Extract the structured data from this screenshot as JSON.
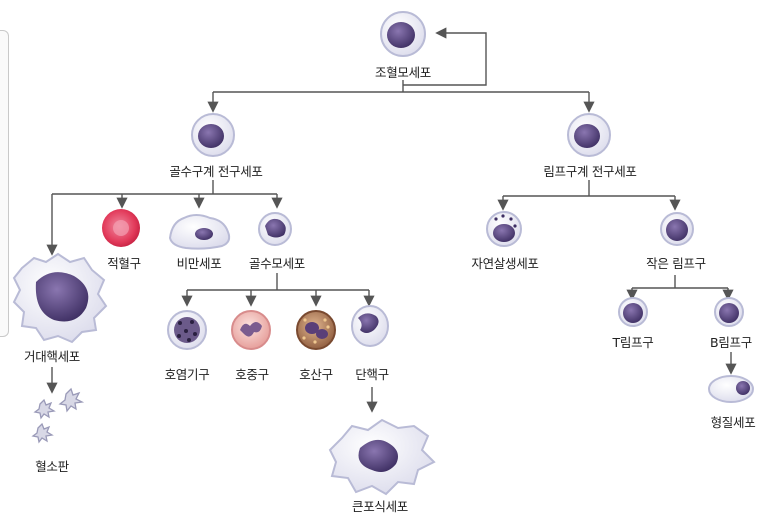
{
  "colors": {
    "line": "#555555",
    "cell_border": "#c9cbe0",
    "cell_fill": "#f1f1f7",
    "nucleus": "#5e4a86",
    "nucleus_dark": "#3e2f63",
    "rbc": "#e23a5a",
    "eosinophil": "#e9a3a0",
    "basophil": "#8d5a3c"
  },
  "nodes": {
    "stem": "조혈모세포",
    "myeloid": "골수구계 전구세포",
    "lymphoid": "림프구계 전구세포",
    "megakaryocyte": "거대핵세포",
    "platelet": "혈소판",
    "erythrocyte": "적혈구",
    "mast": "비만세포",
    "myeloblast": "골수모세포",
    "neutrophil": "호염기구",
    "eosinophil": "호중구",
    "basophil": "호산구",
    "monocyte": "단핵구",
    "macrophage": "큰포식세포",
    "nk": "자연살생세포",
    "small_lymph": "작은 림프구",
    "t_cell": "T림프구",
    "b_cell": "B림프구",
    "plasma": "형질세포"
  }
}
